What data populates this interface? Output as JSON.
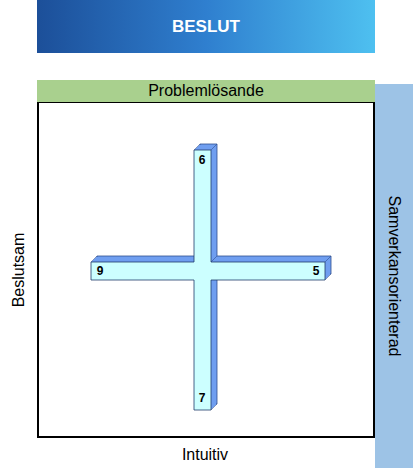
{
  "diagram": {
    "title": "BESLUT",
    "nodes": [
      {
        "text": [
          "Problemlösande"
        ]
      },
      {
        "text": [
          "Samverkansorienterad"
        ]
      }
    ],
    "labels": [
      "Beslutsam",
      "6",
      "9",
      "5",
      "7",
      "Intuitiv"
    ]
  }
}
